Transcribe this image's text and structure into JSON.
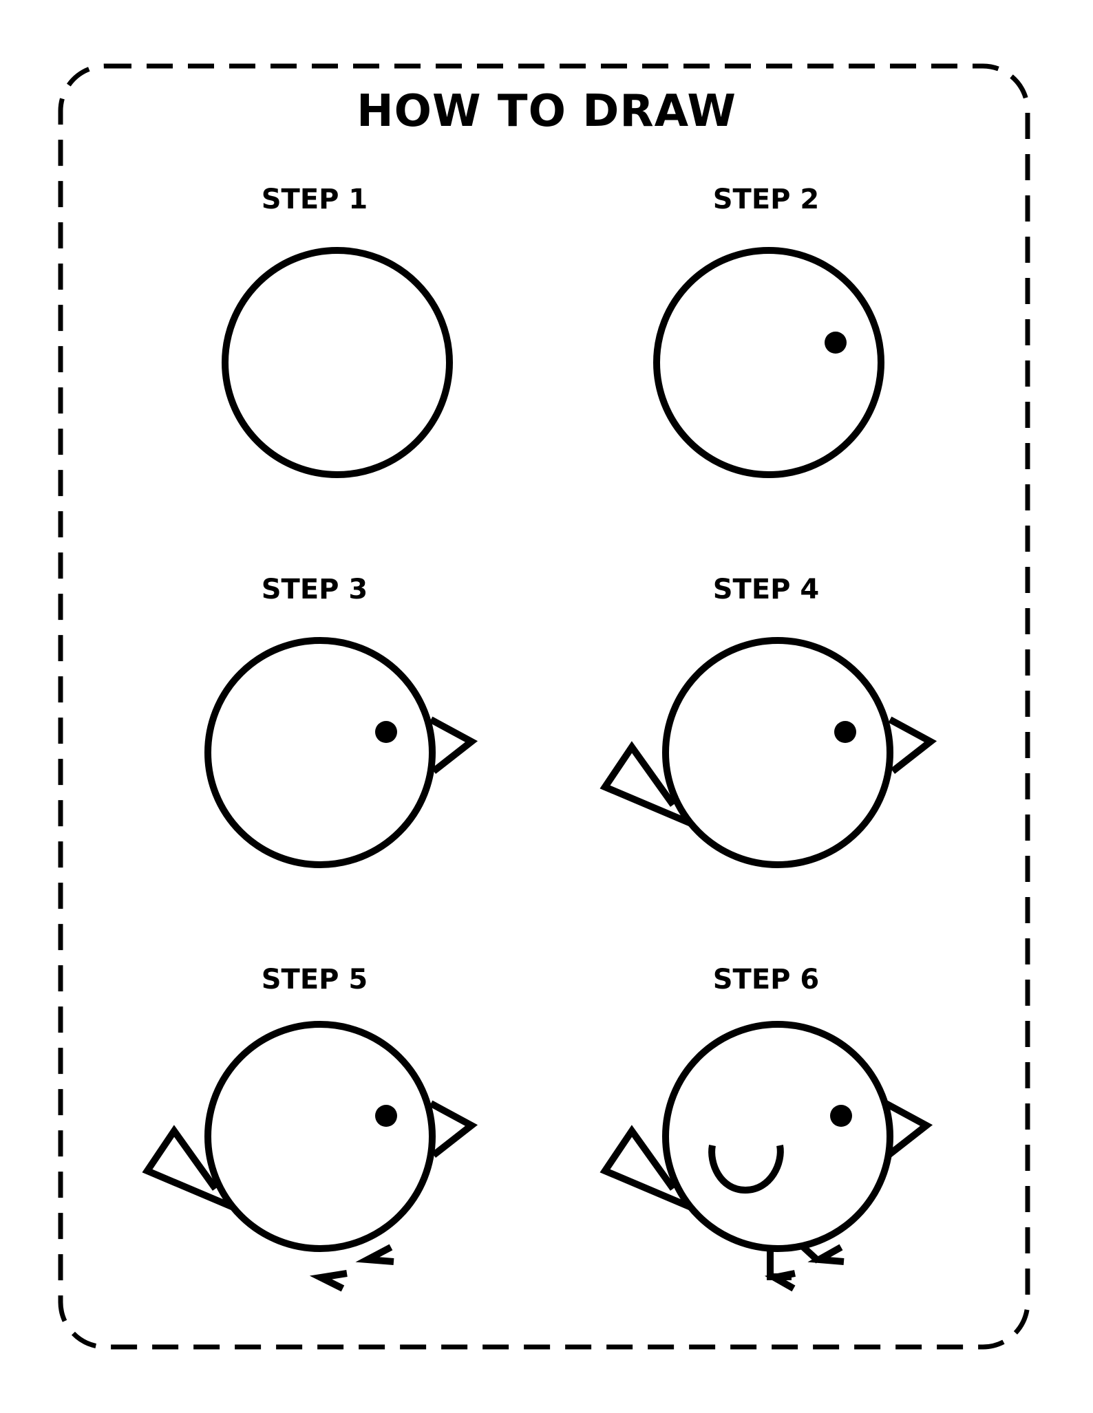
{
  "page": {
    "title": "HOW TO DRAW",
    "ink_color": "#000000",
    "background_color": "#ffffff"
  },
  "steps": [
    {
      "label": "STEP 1"
    },
    {
      "label": "STEP 2"
    },
    {
      "label": "STEP 3"
    },
    {
      "label": "STEP 4"
    },
    {
      "label": "STEP 5"
    },
    {
      "label": "STEP 6"
    }
  ]
}
